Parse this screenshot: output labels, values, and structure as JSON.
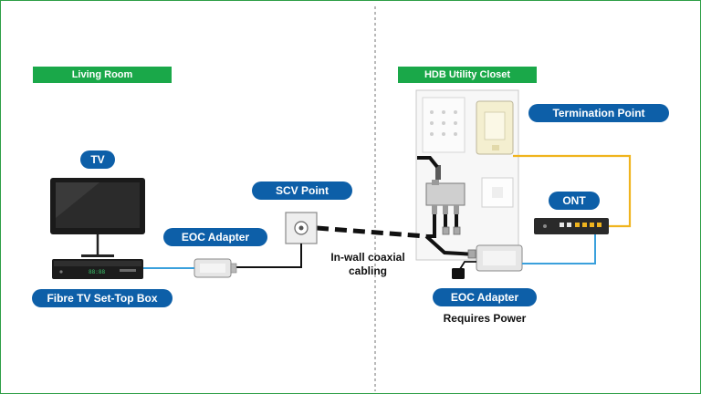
{
  "sections": {
    "living_room": "Living Room",
    "utility_closet": "HDB Utility Closet"
  },
  "labels": {
    "tv": "TV",
    "set_top_box": "Fibre TV Set-Top Box",
    "eoc_adapter_left": "EOC Adapter",
    "scv_point": "SCV Point",
    "inwall_line1": "In-wall coaxial",
    "inwall_line2": "cabling",
    "termination_point": "Termination Point",
    "ont": "ONT",
    "eoc_adapter_right": "EOC Adapter",
    "requires_power": "Requires Power"
  },
  "colors": {
    "section_green": "#1aa849",
    "label_blue": "#0d5fa8",
    "fibre_yellow": "#f0b41e",
    "ethernet_blue": "#3aa0dc",
    "coax_black": "#111111",
    "divider_gray": "#8a8a8a"
  }
}
